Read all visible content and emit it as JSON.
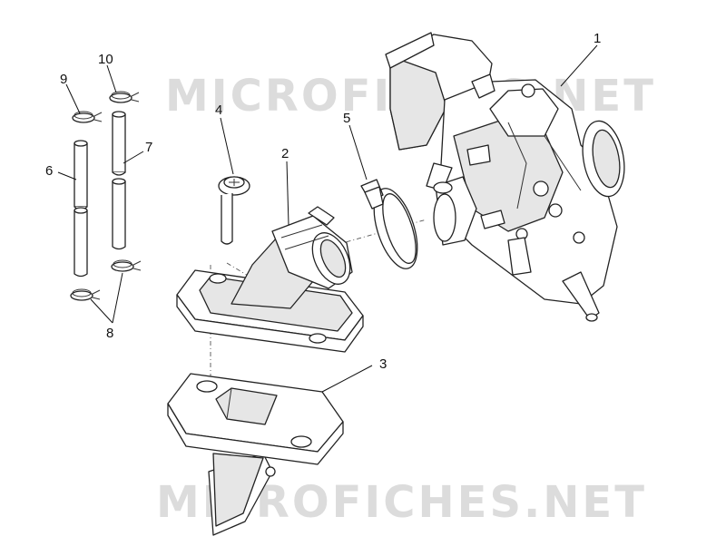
{
  "watermark_text": "MICROFICHES.NET",
  "callouts": {
    "c1": "1",
    "c2": "2",
    "c3": "3",
    "c4": "4",
    "c5": "5",
    "c6": "6",
    "c7": "7",
    "c8": "8",
    "c9": "9",
    "c10": "10"
  }
}
